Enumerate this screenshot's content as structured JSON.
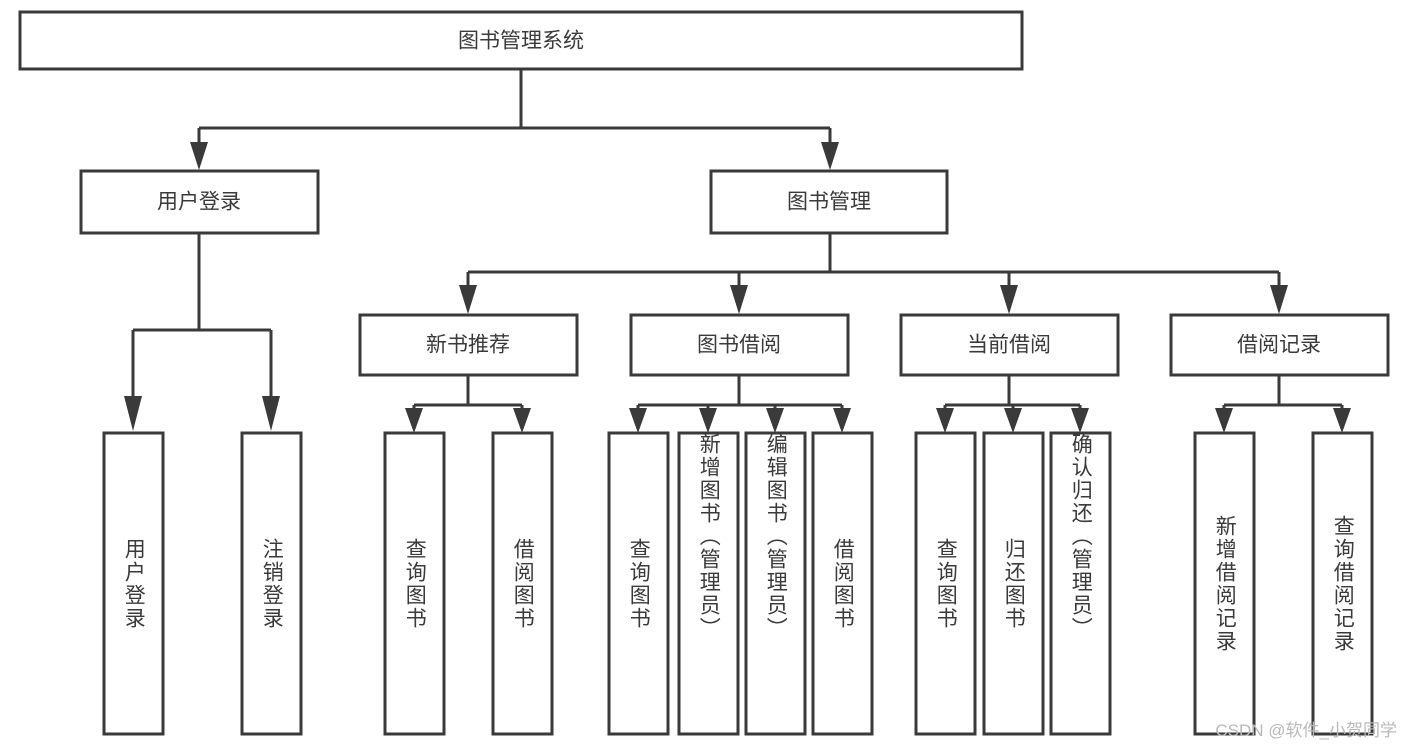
{
  "diagram": {
    "title": "图书管理系统",
    "type": "tree-hierarchy",
    "watermark": "CSDN @软件_小贺同学",
    "colors": {
      "box_stroke": "#3a3a3a",
      "box_fill": "#ffffff",
      "text": "#3a3a3a",
      "background": "#ffffff",
      "watermark": "#b9b9b9"
    },
    "root": {
      "label": "图书管理系统"
    },
    "level1": [
      {
        "label": "用户登录"
      },
      {
        "label": "图书管理"
      }
    ],
    "level2": [
      {
        "label": "新书推荐"
      },
      {
        "label": "图书借阅"
      },
      {
        "label": "当前借阅"
      },
      {
        "label": "借阅记录"
      }
    ],
    "leaves": {
      "user_login": [
        {
          "label": "用户登录"
        },
        {
          "label": "注销登录"
        }
      ],
      "new_book_recommend": [
        {
          "label": "查询图书"
        },
        {
          "label": "借阅图书"
        }
      ],
      "book_borrow": [
        {
          "label": "查询图书"
        },
        {
          "label": "新增图书（管理员）"
        },
        {
          "label": "编辑图书（管理员）"
        },
        {
          "label": "借阅图书"
        }
      ],
      "current_borrow": [
        {
          "label": "查询图书"
        },
        {
          "label": "归还图书"
        },
        {
          "label": "确认归还（管理员）"
        }
      ],
      "borrow_record": [
        {
          "label": "新增借阅记录"
        },
        {
          "label": "查询借阅记录"
        }
      ]
    }
  }
}
